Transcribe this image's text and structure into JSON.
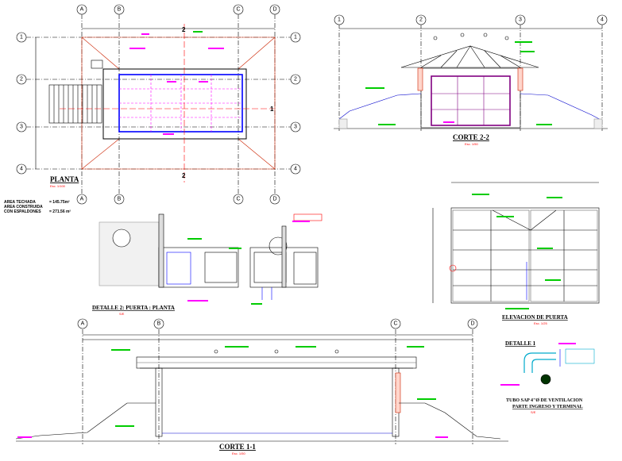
{
  "views": {
    "planta": {
      "title": "PLANTA",
      "scale": "Esc. 1/100"
    },
    "corte22": {
      "title": "CORTE 2-2",
      "scale": "Esc. 1/50"
    },
    "corte11": {
      "title": "CORTE 1-1",
      "scale": "Esc. 1/50"
    },
    "detalle_puerta": {
      "title": "DETALLE 2: PUERTA : PLANTA",
      "scale": "S/E"
    },
    "elevacion": {
      "title": "ELEVACION DE PUERTA",
      "scale": "Esc. 1/25"
    },
    "detalle1": {
      "title": "DETALLE 1",
      "caption1": "TUBO SAP 4\"Ø DE VENTILACION",
      "caption2": "PARTE INGRESO Y TERMINAL",
      "scale": "S/E"
    }
  },
  "plan_axes": {
    "columns": [
      "A",
      "B",
      "C",
      "D"
    ],
    "rows": [
      "1",
      "2",
      "3",
      "4"
    ],
    "cut_marker_top": "2",
    "cut_marker_bottom": "2",
    "cut_marker_right": "1"
  },
  "section22_axes": [
    "1",
    "2",
    "3",
    "4"
  ],
  "section11_axes": [
    "A",
    "B",
    "C",
    "D"
  ],
  "area_table": {
    "rows": [
      {
        "label": "AREA TECHADA",
        "value": "= 145.75m²"
      },
      {
        "label": "AREA CONSTRUIDA",
        "value": ""
      },
      {
        "label": "CON ESPALDONES",
        "value": "= 271.56 m²"
      }
    ]
  },
  "colors": {
    "line": "#000000",
    "red": "#ff0000",
    "blue": "#0000ff",
    "magenta": "#ff00ff",
    "green": "#00cc00",
    "brick": "#cc2200",
    "purple": "#800080",
    "cyan": "#00aacc"
  }
}
